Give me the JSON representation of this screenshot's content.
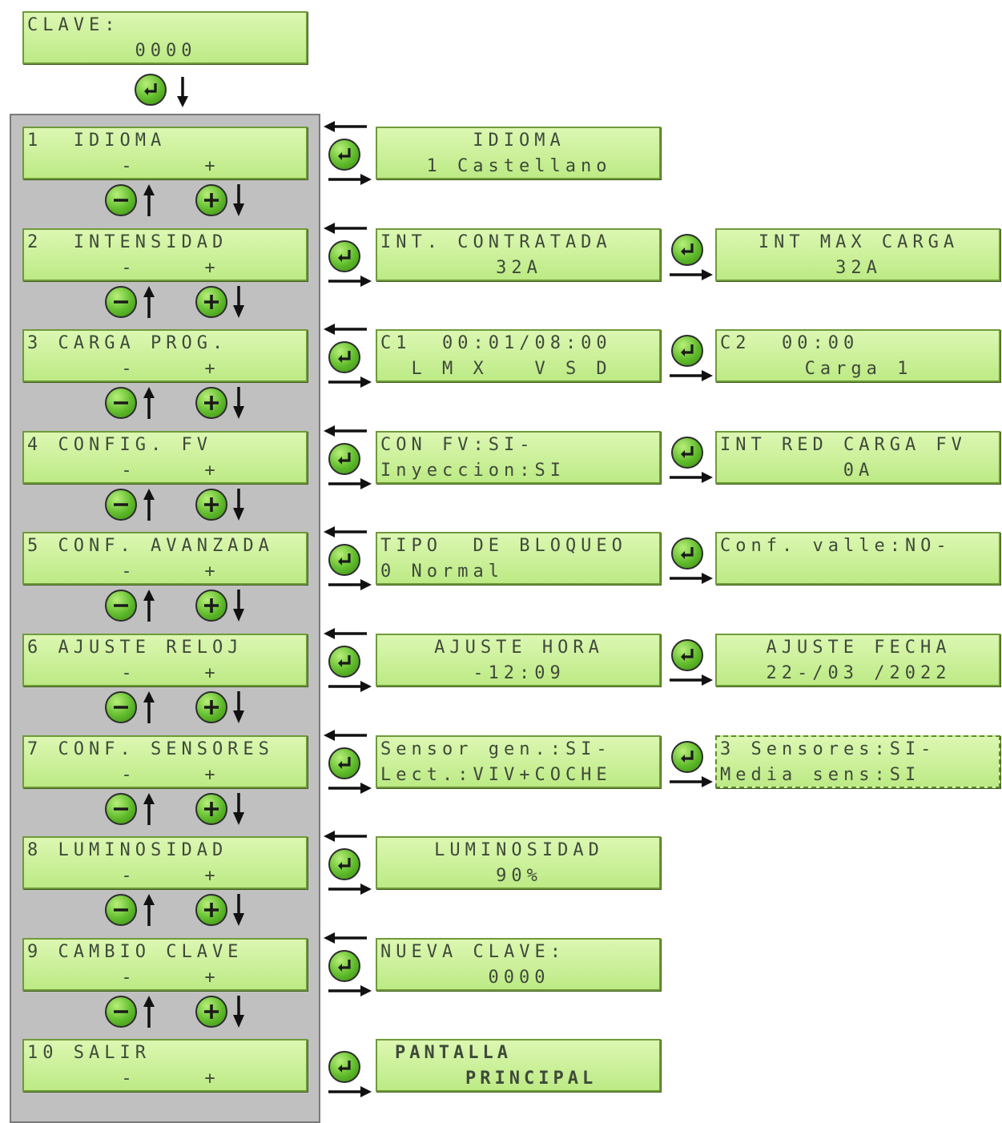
{
  "top": {
    "line1": "CLAVE:",
    "line2": "0000"
  },
  "menu": [
    {
      "line1": "1  IDIOMA",
      "minus": "-",
      "plus": "+"
    },
    {
      "line1": "2  INTENSIDAD",
      "minus": "-",
      "plus": "+"
    },
    {
      "line1": "3 CARGA PROG.",
      "minus": "-",
      "plus": "+"
    },
    {
      "line1": "4 CONFIG. FV",
      "minus": "-",
      "plus": "+"
    },
    {
      "line1": "5 CONF. AVANZADA",
      "minus": "-",
      "plus": "+"
    },
    {
      "line1": "6 AJUSTE RELOJ",
      "minus": "-",
      "plus": "+"
    },
    {
      "line1": "7 CONF. SENSORES",
      "minus": "-",
      "plus": "+"
    },
    {
      "line1": "8 LUMINOSIDAD",
      "minus": "-",
      "plus": "+"
    },
    {
      "line1": "9 CAMBIO CLAVE",
      "minus": "-",
      "plus": "+"
    },
    {
      "line1": "10 SALIR",
      "minus": "-",
      "plus": "+"
    }
  ],
  "level2": [
    {
      "line1": "IDIOMA",
      "line2": "1 Castellano"
    },
    {
      "line1": "INT. CONTRATADA",
      "line2": "32A"
    },
    {
      "line1": "C1  00:01/08:00",
      "line2": "  L M X   V S D"
    },
    {
      "line1": "CON FV:SI-",
      "line2": "Inyeccion:SI"
    },
    {
      "line1": "TIPO  DE BLOQUEO",
      "line2": "0 Normal"
    },
    {
      "line1": "AJUSTE HORA",
      "line2": "-12:09"
    },
    {
      "line1": "Sensor gen.:SI-",
      "line2": "Lect.:VIV+COCHE"
    },
    {
      "line1": "LUMINOSIDAD",
      "line2": "90%"
    },
    {
      "line1": "NUEVA CLAVE:",
      "line2": "0000"
    },
    {
      "line1": "PANTALLA",
      "line2": "PRINCIPAL"
    }
  ],
  "level3": [
    {
      "line1": "INT MAX CARGA",
      "line2": "32A"
    },
    {
      "line1": "C2  00:00",
      "line2": "Carga 1"
    },
    {
      "line1": "INT RED CARGA FV",
      "line2": "0A"
    },
    {
      "line1": "Conf. valle:NO-",
      "line2": ""
    },
    {
      "line1": "AJUSTE FECHA",
      "line2": "22-/03 /2022"
    },
    {
      "line1": "3 Sensores:SI-",
      "line2": "Media sens:SI"
    }
  ],
  "icons": {
    "enter": "enter-icon",
    "minus": "minus-circle-icon",
    "plus": "plus-circle-icon",
    "button_color": "#5fbb2b",
    "lcd_color": "#c8f090",
    "panel_color": "#c0c0c0"
  }
}
